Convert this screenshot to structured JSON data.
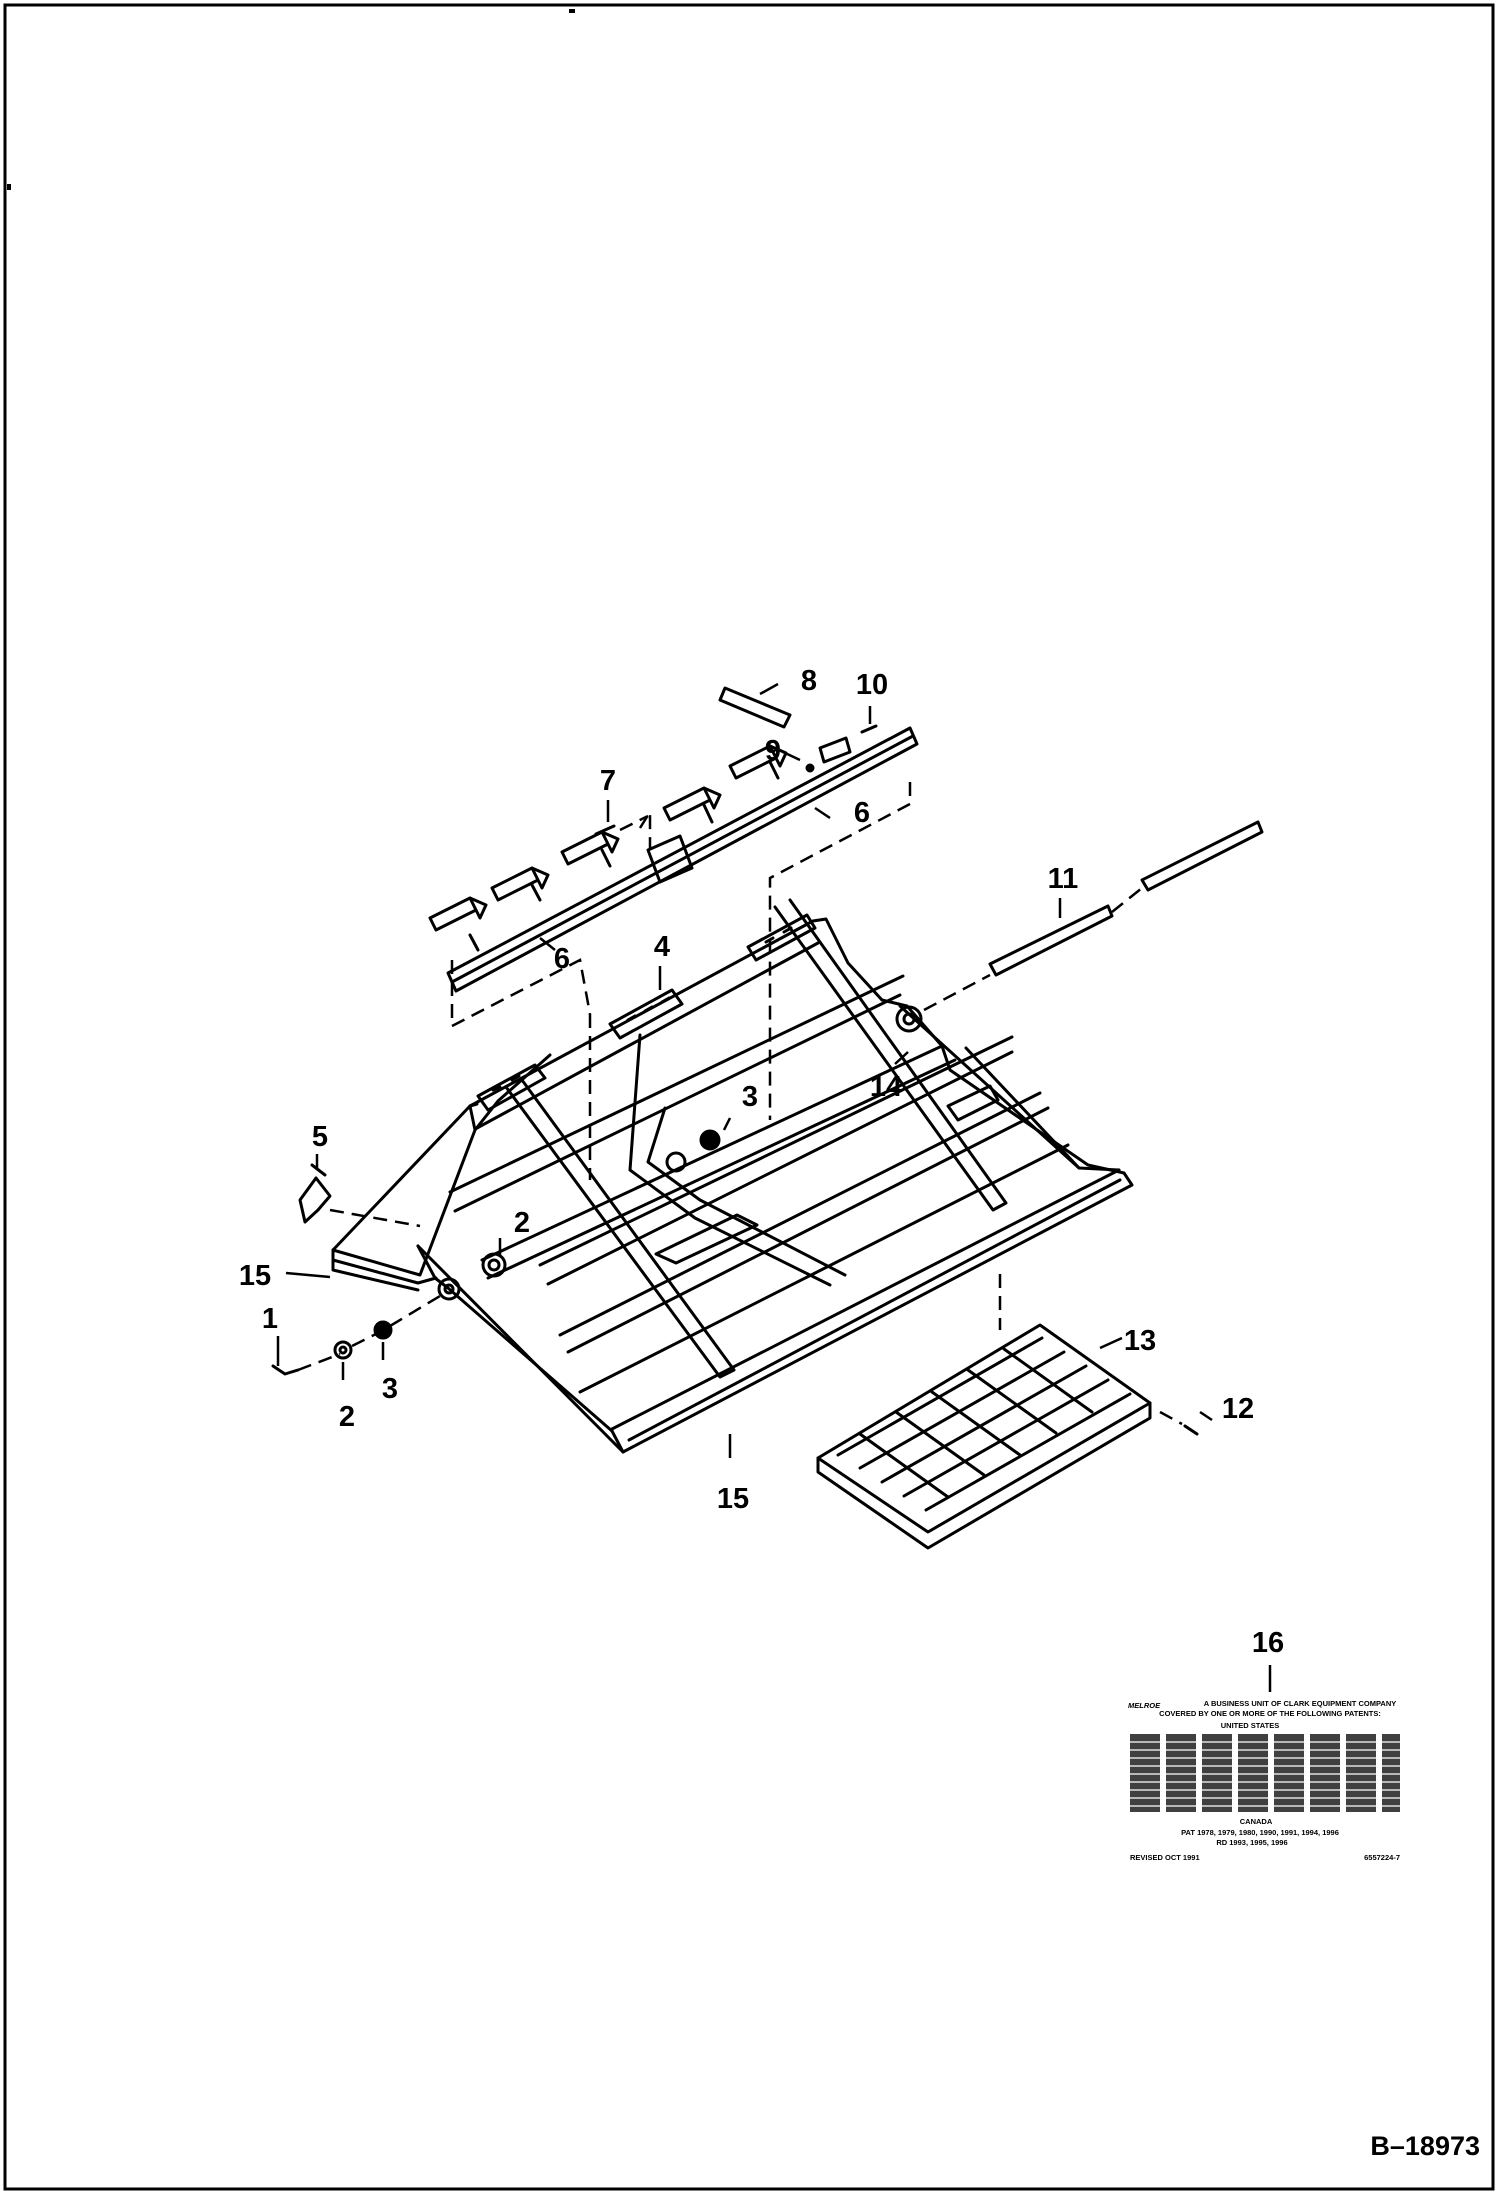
{
  "callouts": [
    "1",
    "2",
    "2",
    "3",
    "3",
    "4",
    "5",
    "6",
    "6",
    "7",
    "8",
    "9",
    "10",
    "11",
    "12",
    "13",
    "14",
    "15",
    "15",
    "16"
  ],
  "decal": {
    "brand": "MELROE",
    "header_line1": "A BUSINESS UNIT OF CLARK EQUIPMENT COMPANY",
    "header_line2": "COVERED BY ONE OR MORE OF THE FOLLOWING PATENTS:",
    "country_us": "UNITED STATES",
    "country_ca": "CANADA",
    "patent_line1": "PAT 1978, 1979, 1980, 1990, 1991, 1994, 1996",
    "patent_line2": "RD 1993, 1995, 1996",
    "revised": "REVISED OCT 1991",
    "part_no": "6557224-7"
  },
  "drawing_id": "B–18973",
  "colors": {
    "line": "#000000",
    "background": "#ffffff"
  }
}
